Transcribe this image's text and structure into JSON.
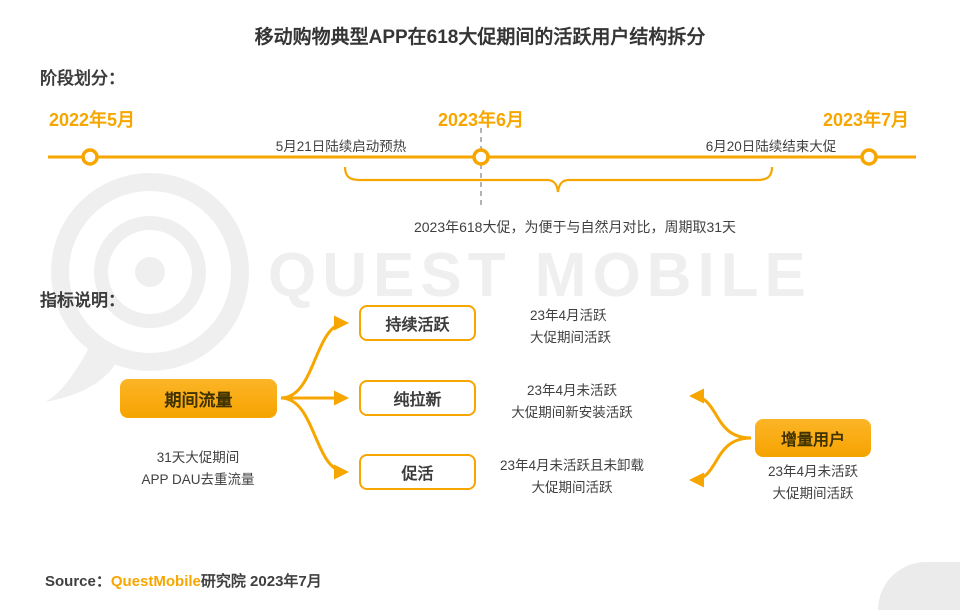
{
  "title": "移动购物典型APP在618大促期间的活跃用户结构拆分",
  "watermark": {
    "text": "QUEST MOBILE"
  },
  "phase": {
    "label": "阶段划分：",
    "dates": [
      "2022年5月",
      "2023年6月",
      "2023年7月"
    ],
    "preheat_note": "5月21日陆续启动预热",
    "end_note": "6月20日陆续结束大促",
    "period_note": "2023年618大促，为便于与自然月对比，周期取31天"
  },
  "indicators": {
    "label": "指标说明：",
    "flow_source": {
      "label": "期间流量",
      "note": "31天大促期间\nAPP DAU去重流量"
    },
    "branches": [
      {
        "label": "持续活跃",
        "desc": "23年4月活跃\n大促期间活跃"
      },
      {
        "label": "纯拉新",
        "desc": "23年4月未活跃\n大促期间新安装活跃"
      },
      {
        "label": "促活",
        "desc": "23年4月未活跃且未卸载\n大促期间活跃"
      }
    ],
    "increment": {
      "label": "增量用户",
      "note": "23年4月未活跃\n大促期间活跃"
    }
  },
  "footer": {
    "prefix": "Source：",
    "brand": "QuestMobile",
    "suffix": "研究院 2023年7月"
  },
  "colors": {
    "accent": "#F7A600",
    "text": "#404040",
    "watermark": "#EFEFEF"
  }
}
